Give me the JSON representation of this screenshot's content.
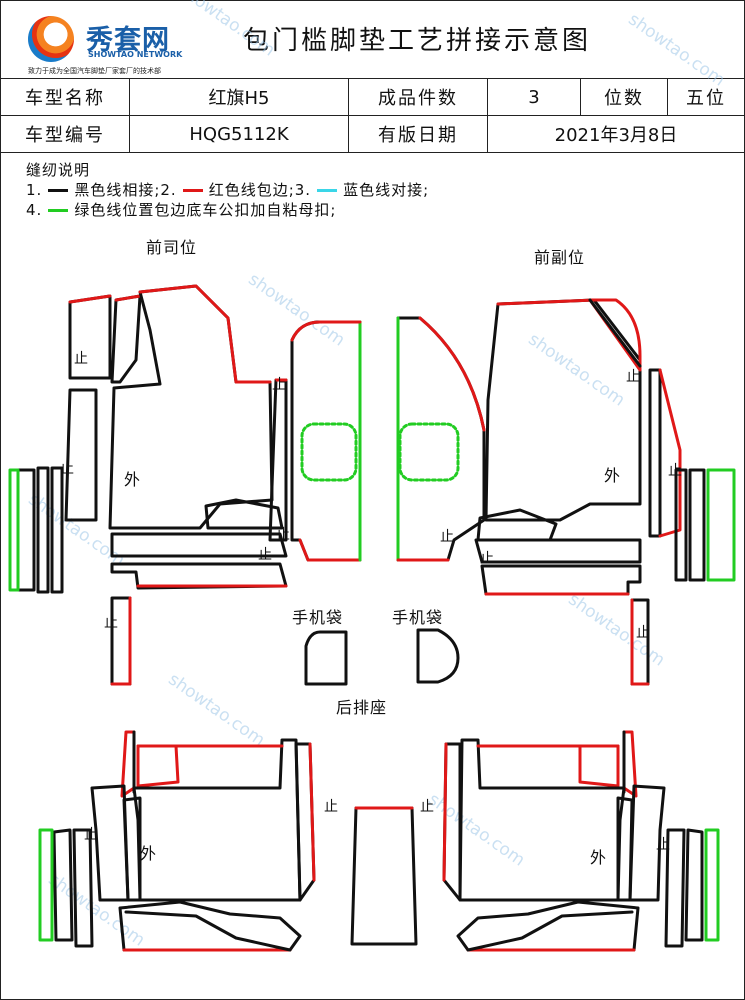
{
  "header": {
    "logo_name": "秀套网",
    "logo_en": "SHOWTAO NETWORK",
    "logo_slogan": "致力于成为全国汽车脚垫厂家套厂的技术部",
    "title": "包门槛脚垫工艺拼接示意图"
  },
  "info": {
    "model_name_label": "车型名称",
    "model_name": "红旗H5",
    "pieces_label": "成品件数",
    "pieces": "3",
    "seats_label": "位数",
    "seats": "五位",
    "model_code_label": "车型编号",
    "model_code": "HQG5112K",
    "date_label": "有版日期",
    "date": "2021年3月8日"
  },
  "notes": {
    "title": "缝纫说明",
    "l1a": "1.",
    "l1b": "黑色线相接;2.",
    "l1c": "红色线包边;3.",
    "l1d": "蓝色线对接;",
    "l2a": "4.",
    "l2b": "绿色线位置包边底车公扣加自粘母扣;"
  },
  "colors": {
    "black": "#111111",
    "red": "#e01818",
    "cyan": "#3ad6e8",
    "green": "#22cc22"
  },
  "labels": {
    "driver": "前司位",
    "passenger": "前副位",
    "phone_bag": "手机袋",
    "rear": "后排座",
    "outer": "外",
    "stop": "止"
  },
  "watermark": "showtao.com"
}
